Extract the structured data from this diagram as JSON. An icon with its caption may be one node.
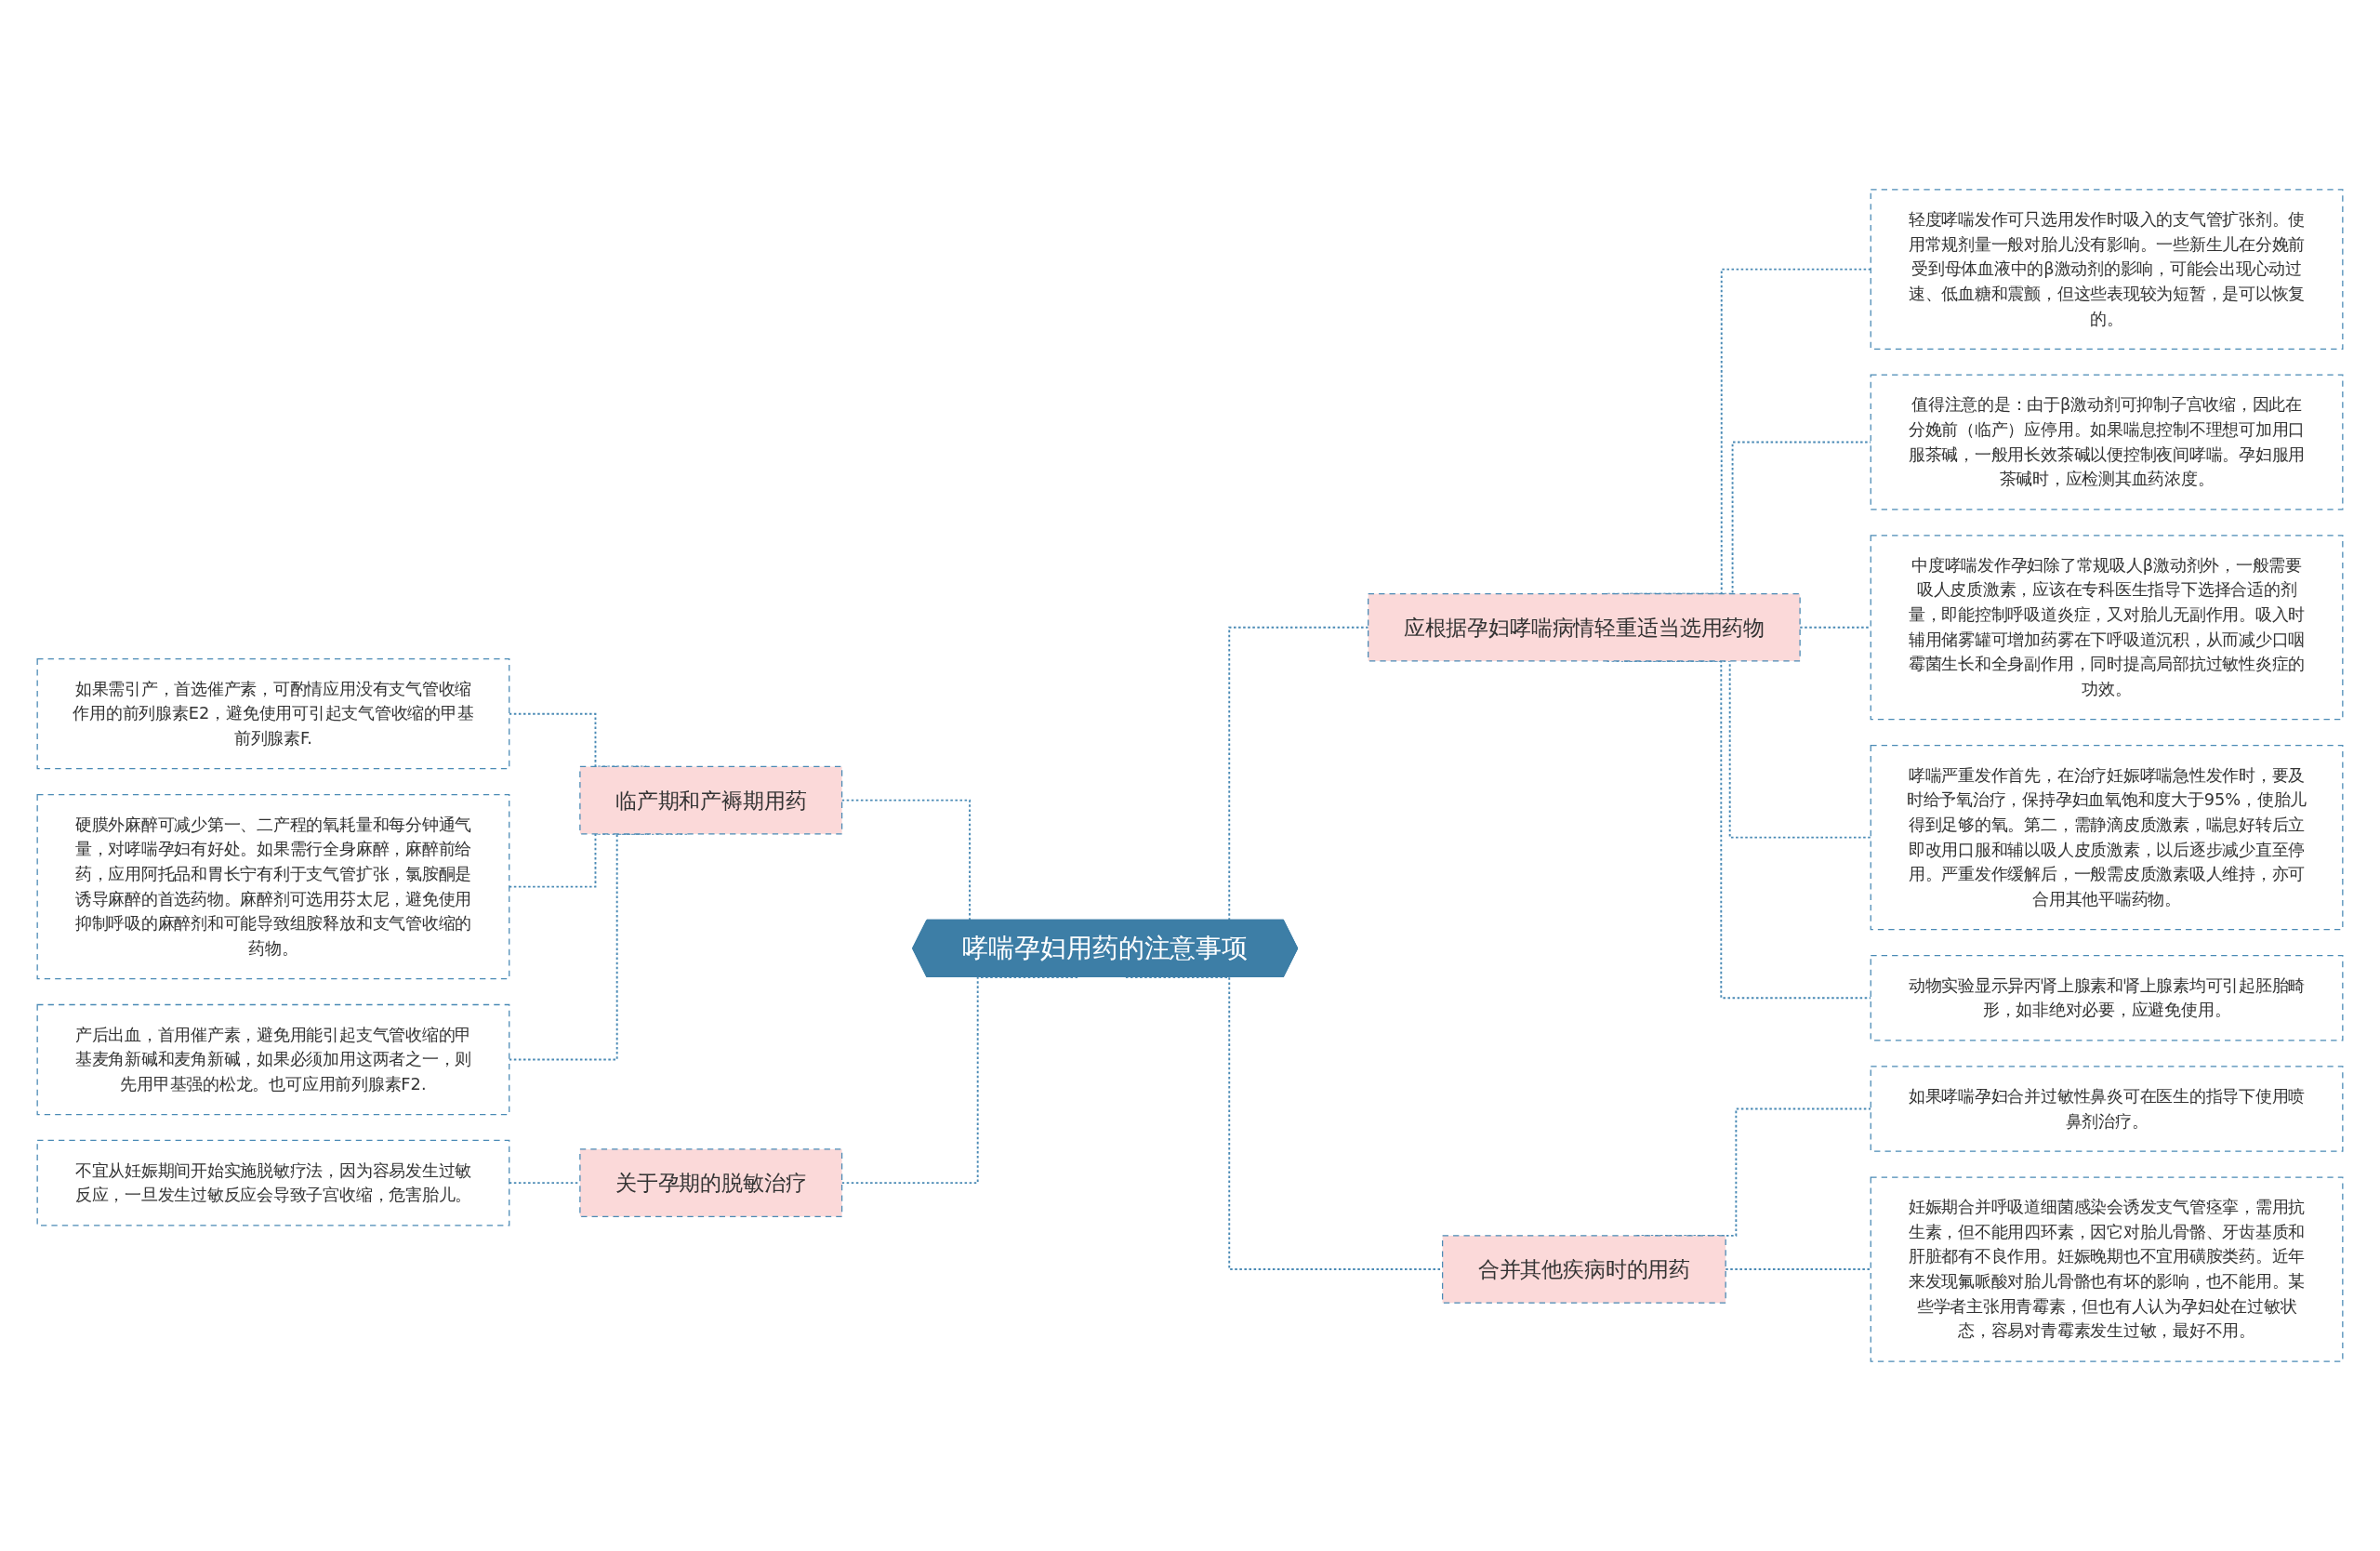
{
  "diagram": {
    "nodes": [
      {
        "text": [
          "哮喘孕妇用药的注意事项"
        ]
      },
      {
        "text": [
          "应根据孕妇哮喘病情轻重适当选用药物"
        ]
      },
      {
        "text": [
          "轻度哮喘发作可只选用发作时吸入的支气管扩张剂。使用常规剂量一般对胎儿没有影响。一些新生儿在分娩前受到母体血液中的β激动剂的影响，可能会出现心动过速、低血糖和震颤，但这些表现较为短暂，是可以恢复的。"
        ]
      },
      {
        "text": [
          "值得注意的是：由于β激动剂可抑制子宫收缩，因此在分娩前（临产）应停用。如果喘息控制不理想可加用口服茶碱，一般用长效茶碱以便控制夜间哮喘。孕妇服用茶碱时，应检测其血药浓度。"
        ]
      },
      {
        "text": [
          "中度哮喘发作孕妇除了常规吸人β激动剂外，一般需要吸人皮质激素，应该在专科医生指导下选择合适的剂量，即能控制呼吸道炎症，又对胎儿无副作用。吸入时辅用储雾罐可增加药雾在下呼吸道沉积，从而减少口咽霉菌生长和全身副作用，同时提高局部抗过敏性炎症的功效。"
        ]
      },
      {
        "text": [
          "哮喘严重发作首先，在治疗妊娠哮喘急性发作时，要及时给予氧治疗，保持孕妇血氧饱和度大于95%，使胎儿得到足够的氧。第二，需静滴皮质激素，喘息好转后立即改用口服和辅以吸人皮质激素，以后逐步减少直至停用。严重发作缓解后，一般需皮质激素吸人维持，亦可合用其他平喘药物。"
        ]
      },
      {
        "text": [
          "动物实验显示异丙肾上腺素和肾上腺素均可引起胚胎畸形，如非绝对必要，应避免使用。"
        ]
      },
      {
        "text": [
          "合并其他疾病时的用药"
        ]
      },
      {
        "text": [
          "如果哮喘孕妇合并过敏性鼻炎可在医生的指导下使用喷鼻剂治疗。"
        ]
      },
      {
        "text": [
          "妊娠期合并呼吸道细菌感染会诱发支气管痉挛，需用抗生素，但不能用四环素，因它对胎儿骨骼、牙齿基质和肝脏都有不良作用。妊娠晚期也不宜用磺胺类药。近年来发现氟哌酸对胎儿骨骼也有坏的影响，也不能用。某些学者主张用青霉素，但也有人认为孕妇处在过敏状态，容易对青霉素发生过敏，最好不用。"
        ]
      },
      {
        "text": [
          "临产期和产褥期用药"
        ]
      },
      {
        "text": [
          "如果需引产，首选催产素，可酌情应用没有支气管收缩作用的前列腺素E2，避免使用可引起支气管收缩的甲基前列腺素F."
        ]
      },
      {
        "text": [
          "硬膜外麻醉可减少第一、二产程的氧耗量和每分钟通气量，对哮喘孕妇有好处。如果需行全身麻醉，麻醉前给药，应用阿托品和胃长宁有利于支气管扩张，氯胺酮是诱导麻醉的首选药物。麻醉剂可选用芬太尼，避免使用抑制呼吸的麻醉剂和可能导致组胺释放和支气管收缩的药物。"
        ]
      },
      {
        "text": [
          "产后出血，首用催产素，避免用能引起支气管收缩的甲基麦角新碱和麦角新碱，如果必须加用这两者之一，则先用甲基强的松龙。也可应用前列腺素F2."
        ]
      },
      {
        "text": [
          "关于孕期的脱敏治疗"
        ]
      },
      {
        "text": [
          "不宜从妊娠期间开始实施脱敏疗法，因为容易发生过敏反应，一旦发生过敏反应会导致子宫收缩，危害胎儿。"
        ]
      }
    ],
    "edges": [
      {
        "from": 0,
        "to": 1,
        "arrow": "none",
        "style": "dashed"
      },
      {
        "from": 1,
        "to": 2,
        "arrow": "none",
        "style": "dashed"
      },
      {
        "from": 1,
        "to": 3,
        "arrow": "none",
        "style": "dashed"
      },
      {
        "from": 1,
        "to": 4,
        "arrow": "none",
        "style": "dashed"
      },
      {
        "from": 1,
        "to": 5,
        "arrow": "none",
        "style": "dashed"
      },
      {
        "from": 1,
        "to": 6,
        "arrow": "none",
        "style": "dashed"
      },
      {
        "from": 0,
        "to": 7,
        "arrow": "none",
        "style": "dashed"
      },
      {
        "from": 7,
        "to": 8,
        "arrow": "none",
        "style": "dashed"
      },
      {
        "from": 7,
        "to": 9,
        "arrow": "none",
        "style": "dashed"
      },
      {
        "from": 0,
        "to": 10,
        "arrow": "none",
        "style": "dashed"
      },
      {
        "from": 10,
        "to": 11,
        "arrow": "none",
        "style": "dashed"
      },
      {
        "from": 10,
        "to": 12,
        "arrow": "none",
        "style": "dashed"
      },
      {
        "from": 10,
        "to": 13,
        "arrow": "none",
        "style": "dashed"
      },
      {
        "from": 0,
        "to": 14,
        "arrow": "none",
        "style": "dashed"
      },
      {
        "from": 14,
        "to": 15,
        "arrow": "none",
        "style": "dashed"
      }
    ]
  }
}
